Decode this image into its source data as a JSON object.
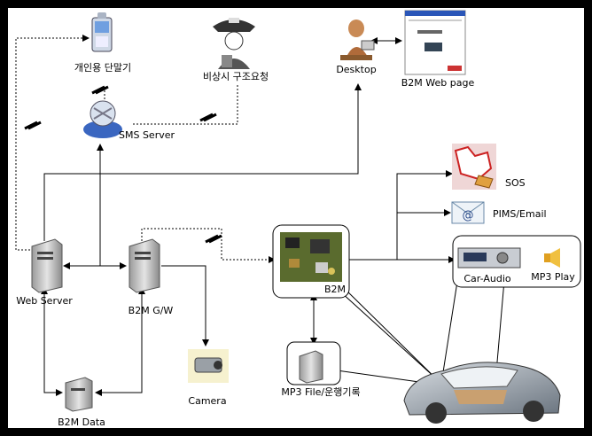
{
  "labels": {
    "mobile": "개인용 단말기",
    "police": "비상시 구조요청",
    "desktop": "Desktop",
    "webpage": "B2M Web page",
    "sms": "SMS Server",
    "sos": "SOS",
    "pims": "PIMS/Email",
    "webserver": "Web Server",
    "gw": "B2M G/W",
    "b2m": "B2M",
    "caraudio": "Car-Audio",
    "mp3play": "MP3 Play",
    "camera": "Camera",
    "mp3file": "MP3 File/운행기록",
    "b2mdata": "B2M Data"
  },
  "icons": {
    "mobile": "mobile-phone-icon",
    "police": "police-officer-icon",
    "desktop": "desktop-user-icon",
    "webpage": "web-page-screenshot-icon",
    "sms": "sms-server-satellite-icon",
    "sos": "sos-hand-button-icon",
    "pims": "email-envelope-icon",
    "webserver": "server-tower-icon",
    "gw": "gateway-server-icon",
    "b2m": "circuit-board-icon",
    "caraudio": "car-audio-unit-icon",
    "mp3play": "speaker-icon",
    "camera": "camera-icon",
    "mp3file": "file-storage-icon",
    "b2mdata": "database-server-icon",
    "car": "car-cutaway-icon"
  },
  "colors": {
    "frame": "#000000",
    "background": "#ffffff",
    "line": "#000000",
    "board": "#5a6b2e",
    "sos_red": "#cc2222"
  }
}
